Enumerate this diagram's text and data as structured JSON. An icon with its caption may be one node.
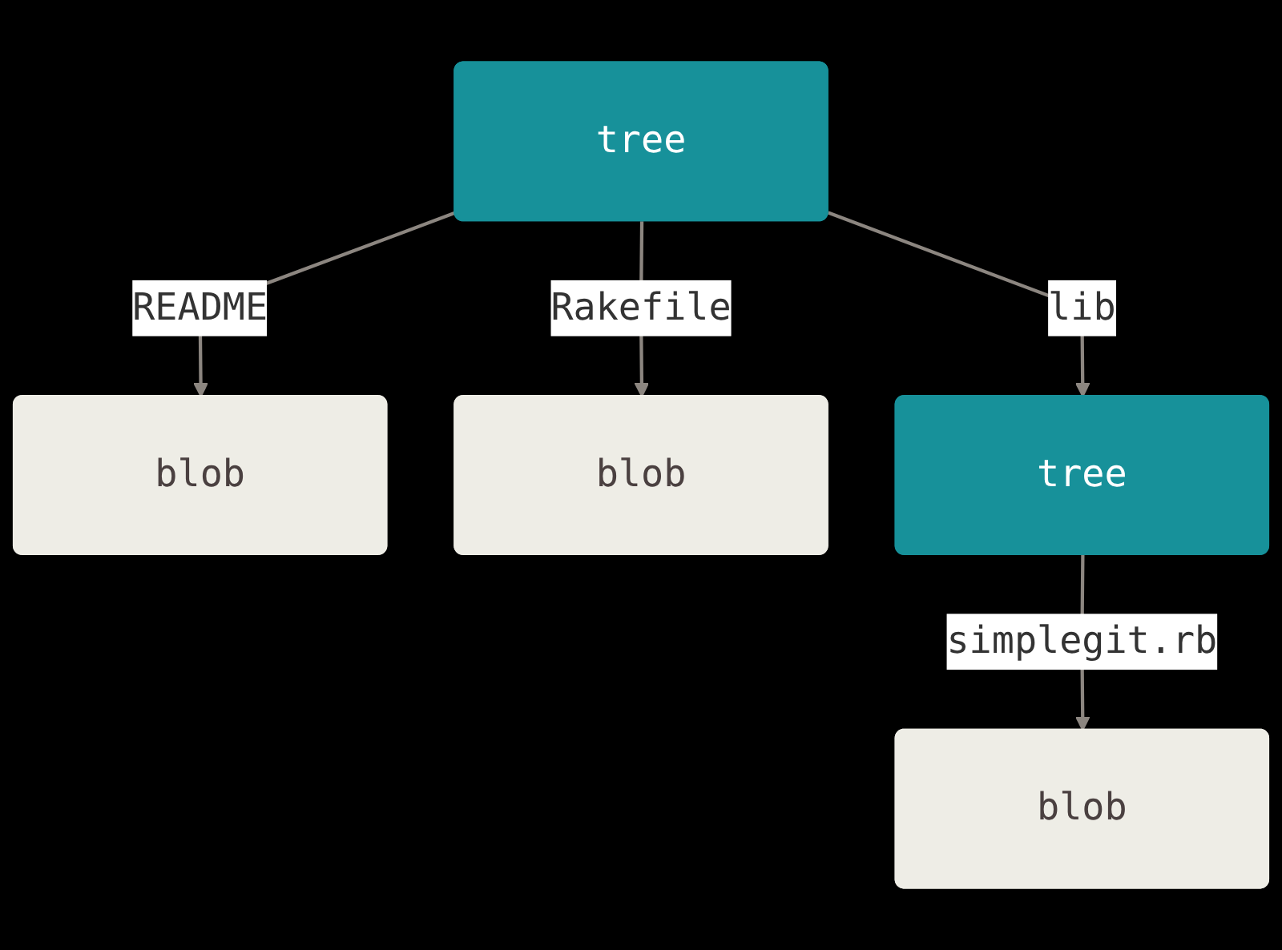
{
  "diagram": {
    "nodes": [
      {
        "text": [
          "tree"
        ]
      },
      {
        "text": [
          "blob"
        ]
      },
      {
        "text": [
          "blob"
        ]
      },
      {
        "text": [
          "tree"
        ]
      },
      {
        "text": [
          "blob"
        ]
      }
    ],
    "edges": [
      {
        "from": 0,
        "to": 1,
        "arrow": "to",
        "label": "README"
      },
      {
        "from": 0,
        "to": 2,
        "arrow": "to",
        "label": "Rakefile"
      },
      {
        "from": 0,
        "to": 3,
        "arrow": "to",
        "label": "lib"
      },
      {
        "from": 3,
        "to": 4,
        "arrow": "to",
        "label": "simplegit.rb"
      }
    ]
  }
}
